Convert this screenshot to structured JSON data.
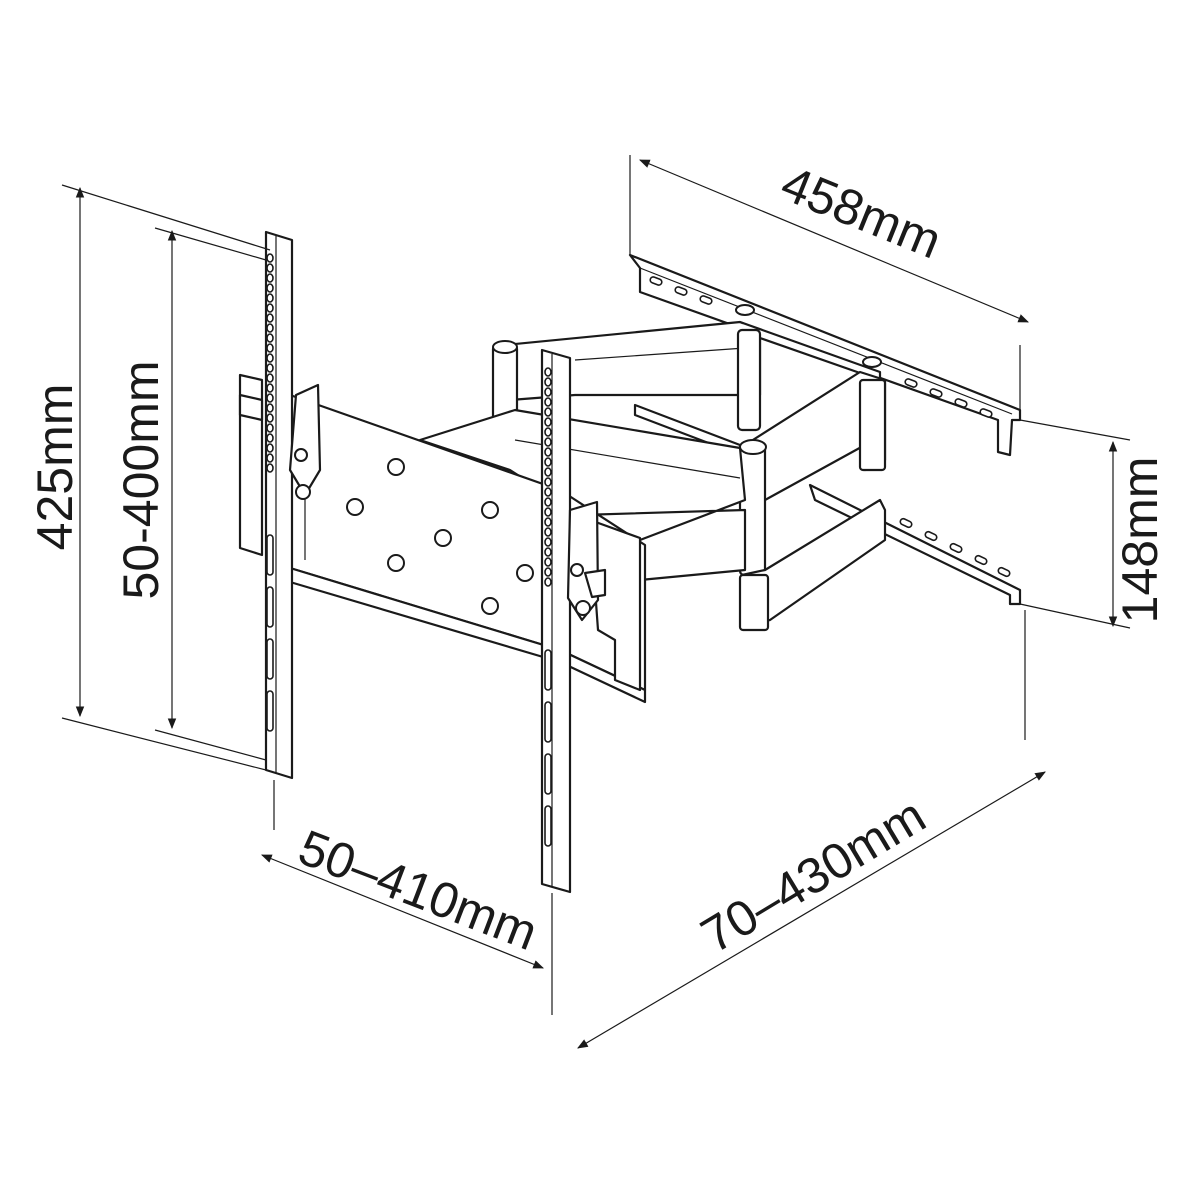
{
  "dimensions": {
    "overall_height": "425mm",
    "vesa_vertical": "50-400mm",
    "vesa_horizontal": "50–410mm",
    "wall_plate_width": "458mm",
    "wall_plate_height": "148mm",
    "extension": "70–430mm"
  },
  "colors": {
    "line": "#1a1a1a",
    "background": "#ffffff"
  }
}
